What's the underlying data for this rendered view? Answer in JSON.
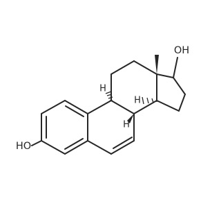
{
  "molecule": {
    "atoms": {
      "oxygen_a": "OH",
      "oxygen_b": "HO",
      "stereo_h": [
        "H",
        "H",
        "H"
      ]
    }
  }
}
